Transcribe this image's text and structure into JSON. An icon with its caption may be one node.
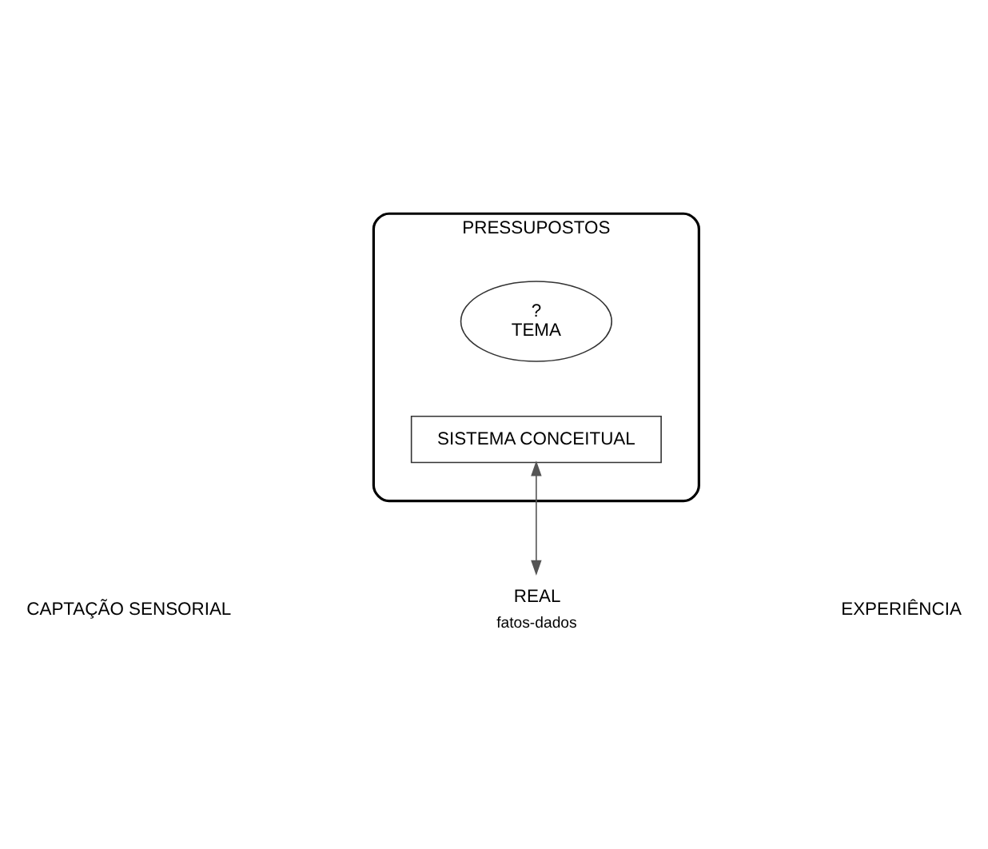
{
  "diagram": {
    "nodes": [
      {
        "text": [
          "PRESSUPOSTOS"
        ]
      },
      {
        "text": [
          "?",
          "TEMA"
        ],
        "in": 0
      },
      {
        "text": [
          "SISTEMA CONCEITUAL"
        ],
        "in": 0
      },
      {
        "text": [
          "REAL"
        ],
        "beside": [
          "fatos-dados"
        ]
      }
    ],
    "edges": [
      {
        "from": 2,
        "to": 3,
        "arrow": "both"
      }
    ],
    "labels": [
      "CAPTAÇÃO SENSORIAL",
      "EXPERIÊNCIA"
    ]
  }
}
